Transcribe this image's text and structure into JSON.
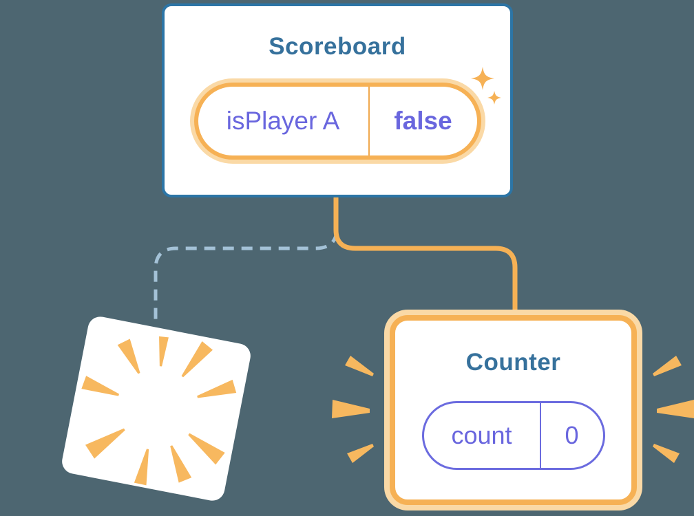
{
  "diagram": {
    "background_color": "#4D6671",
    "scoreboard": {
      "title": "Scoreboard",
      "state_pill": {
        "label": "isPlayer A",
        "value": "false"
      }
    },
    "counter": {
      "title": "Counter",
      "state_pill": {
        "label": "count",
        "value": "0"
      }
    },
    "connectors": {
      "dashed_to_removed_component": "dashed elbow line, Scoreboard to removed card",
      "solid_to_counter": "solid orange elbow line, Scoreboard to Counter"
    },
    "icons": {
      "sparkles": "✦✦",
      "burst_rays": "radial wedge burst (poof)",
      "emphasis_rays_left": "three wedge rays",
      "emphasis_rays_right": "three wedge rays"
    },
    "colors": {
      "background": "#4D6671",
      "card_white": "#FFFFFF",
      "card_border_blue": "#2C75A6",
      "title_blue": "#36719C",
      "accent_orange": "#F6B155",
      "glow_orange": "#FAD9A6",
      "pill_divider_orange": "#F0A84E",
      "state_purple": "#6966DE",
      "pill_border_purple": "#6B6BDF",
      "dashed_connector_blue": "#A4C2D7",
      "ray_orange": "#F7B85F"
    }
  }
}
